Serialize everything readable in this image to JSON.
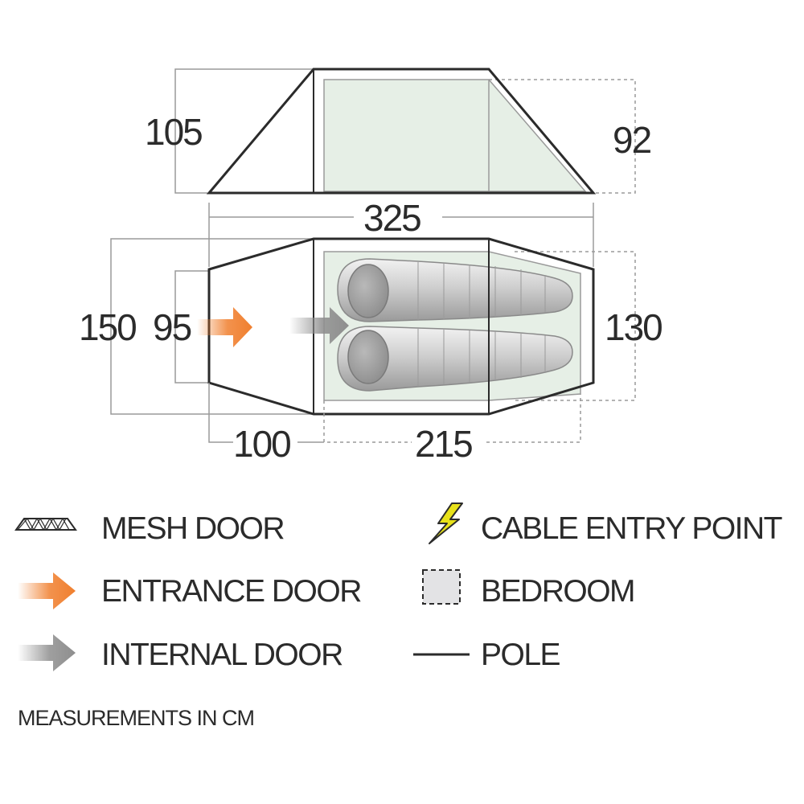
{
  "dimensions": {
    "height_rear": "105",
    "height_front": "92",
    "length_total": "325",
    "width_outer": "150",
    "width_porch": "95",
    "width_inner": "130",
    "length_porch": "100",
    "length_bedroom": "215"
  },
  "legend": {
    "mesh_door": "MESH DOOR",
    "entrance_door": "ENTRANCE DOOR",
    "internal_door": "INTERNAL DOOR",
    "cable_entry": "CABLE ENTRY POINT",
    "bedroom": "BEDROOM",
    "pole": "POLE"
  },
  "note": "MEASUREMENTS IN CM",
  "colors": {
    "outline": "#2b2b2b",
    "inner_fill": "#e6efe6",
    "entrance_arrow": "#f07f2e",
    "internal_arrow": "#8e8e8e",
    "cable_bolt": "#e8e21a",
    "bedroom_fill": "#e3e3e5"
  },
  "icons": {
    "mesh_door": "mesh-door-icon",
    "entrance_door": "orange-arrow-icon",
    "internal_door": "grey-arrow-icon",
    "cable_entry": "lightning-bolt-icon",
    "bedroom": "dashed-square-icon",
    "pole": "line-icon"
  }
}
